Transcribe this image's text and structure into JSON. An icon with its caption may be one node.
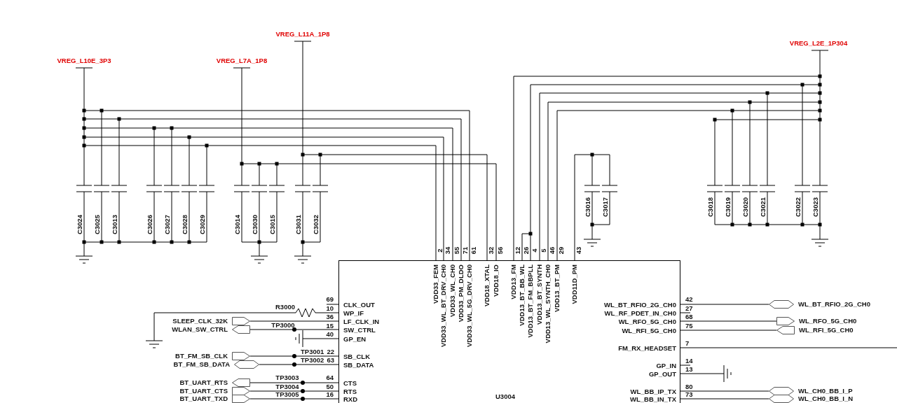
{
  "diagram": {
    "nodes": [
      {
        "text": [
          "VDD33_FEM",
          "VDD33_WL_BT_DRV_CH0",
          "VDD33_WL_CH0",
          "VDD33_PM_DLDO",
          "VDD33_WL_5G_DRV_CH0",
          "VDD18_XTAL",
          "VDD18_IO",
          "VDD13_FM",
          "VDD13_BT_BB_WL",
          "VDD13_BT_FM_BBPLL",
          "VDD13_BT_SYNTH",
          "VDD13_WL_SYNTH_CH0",
          "VDD13_BT_PM",
          "VDD11D_PM",
          "CLK_OUT",
          "WP_IF",
          "LF_CLK_IN",
          "SW_CTRL",
          "GP_EN",
          "SB_CLK",
          "SB_DATA",
          "CTS",
          "RTS",
          "RXD",
          "WL_BT_RFIO_2G_CH0",
          "WL_RF_PDET_IN_CH0",
          "WL_RFO_5G_CH0",
          "WL_RFI_5G_CH0",
          "FM_RX_HEADSET",
          "GP_IN",
          "GP_OUT",
          "WL_BB_IP_TX",
          "WL_BB_IN_TX",
          "U3004"
        ]
      },
      {
        "text": [],
        "shape": "pentagon",
        "beside": [
          "SLEEP_CLK_32K"
        ]
      },
      {
        "text": [],
        "shape": "pentagon",
        "beside": [
          "WLAN_SW_CTRL"
        ]
      },
      {
        "text": [],
        "shape": "pentagon",
        "beside": [
          "BT_FM_SB_CLK"
        ]
      },
      {
        "text": [],
        "shape": "hexagon",
        "beside": [
          "BT_FM_SB_DATA"
        ]
      },
      {
        "text": [],
        "shape": "pentagon",
        "beside": [
          "BT_UART_RTS"
        ]
      },
      {
        "text": [],
        "shape": "pentagon",
        "beside": [
          "BT_UART_CTS"
        ]
      },
      {
        "text": [],
        "shape": "pentagon",
        "beside": [
          "BT_UART_TXD"
        ]
      },
      {
        "text": [],
        "shape": "hexagon",
        "beside": [
          "WL_BT_RFIO_2G_CH0"
        ]
      },
      {
        "text": [],
        "shape": "pentagon",
        "beside": [
          "WL_RFO_5G_CH0"
        ]
      },
      {
        "text": [],
        "shape": "pentagon",
        "beside": [
          "WL_RFI_5G_CH0"
        ]
      },
      {
        "text": [],
        "shape": "hexagon",
        "beside": [
          "WL_CH0_BB_I_P"
        ]
      },
      {
        "text": [],
        "shape": "hexagon",
        "beside": [
          "WL_CH0_BB_I_N"
        ]
      }
    ],
    "edges": [
      {
        "from": 0,
        "to": 1,
        "arrow": "none"
      },
      {
        "from": 0,
        "to": 2,
        "arrow": "none"
      },
      {
        "from": 0,
        "to": 3,
        "arrow": "none"
      },
      {
        "from": 0,
        "to": 4,
        "arrow": "none"
      },
      {
        "from": 0,
        "to": 5,
        "arrow": "none"
      },
      {
        "from": 0,
        "to": 6,
        "arrow": "none"
      },
      {
        "from": 0,
        "to": 7,
        "arrow": "none"
      },
      {
        "from": 0,
        "to": 8,
        "arrow": "none"
      },
      {
        "from": 0,
        "to": 9,
        "arrow": "none"
      },
      {
        "from": 0,
        "to": 10,
        "arrow": "none"
      },
      {
        "from": 0,
        "to": 11,
        "arrow": "none"
      },
      {
        "from": 0,
        "to": 12,
        "arrow": "none"
      }
    ],
    "labels": [
      "VREG_L11A_1P8",
      "VREG_L2E_1P304",
      "VREG_L10E_3P3",
      "VREG_L7A_1P8",
      "C3024",
      "C3025",
      "C3013",
      "C3026",
      "C3027",
      "C3028",
      "C3029",
      "C3014",
      "C3030",
      "C3015",
      "C3031",
      "C3032",
      "C3016",
      "C3017",
      "C3018",
      "C3019",
      "C3020",
      "C3021",
      "C3022",
      "C3023",
      "2",
      "34",
      "55",
      "71",
      "61",
      "32",
      "56",
      "12",
      "26",
      "4",
      "5",
      "46",
      "29",
      "43",
      "69",
      "R3000",
      "10",
      "36",
      "TP3000",
      "15",
      "40",
      "TP3001",
      "22",
      "TP3002",
      "63",
      "TP3003",
      "64",
      "TP3004",
      "50",
      "TP3005",
      "16",
      "42",
      "27",
      "68",
      "75",
      "7",
      "14",
      "13",
      "80",
      "73"
    ]
  }
}
